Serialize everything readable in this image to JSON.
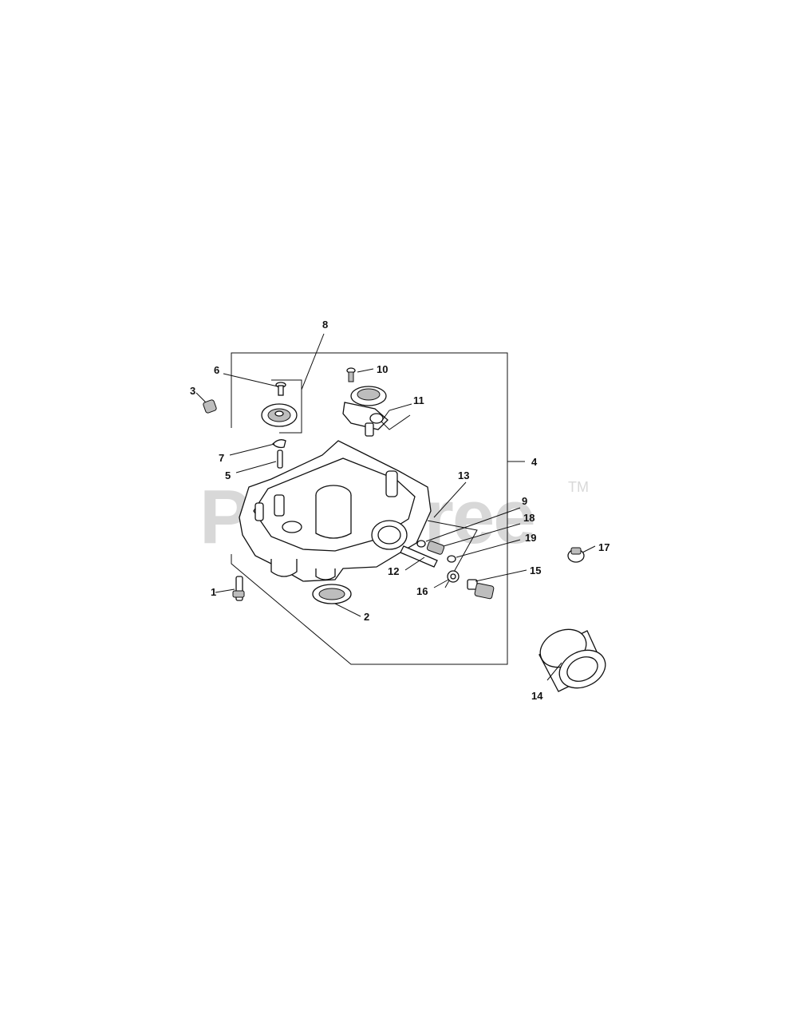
{
  "watermark": {
    "text": "PartsTree",
    "trademark": "TM"
  },
  "callouts": [
    {
      "id": "c1",
      "label": "1"
    },
    {
      "id": "c2",
      "label": "2"
    },
    {
      "id": "c3",
      "label": "3"
    },
    {
      "id": "c4",
      "label": "4"
    },
    {
      "id": "c5",
      "label": "5"
    },
    {
      "id": "c6",
      "label": "6"
    },
    {
      "id": "c7",
      "label": "7"
    },
    {
      "id": "c8",
      "label": "8"
    },
    {
      "id": "c9",
      "label": "9"
    },
    {
      "id": "c10",
      "label": "10"
    },
    {
      "id": "c11",
      "label": "11"
    },
    {
      "id": "c12",
      "label": "12"
    },
    {
      "id": "c13",
      "label": "13"
    },
    {
      "id": "c14",
      "label": "14"
    },
    {
      "id": "c15",
      "label": "15"
    },
    {
      "id": "c16",
      "label": "16"
    },
    {
      "id": "c17",
      "label": "17"
    },
    {
      "id": "c18",
      "label": "18"
    },
    {
      "id": "c19",
      "label": "19"
    }
  ]
}
